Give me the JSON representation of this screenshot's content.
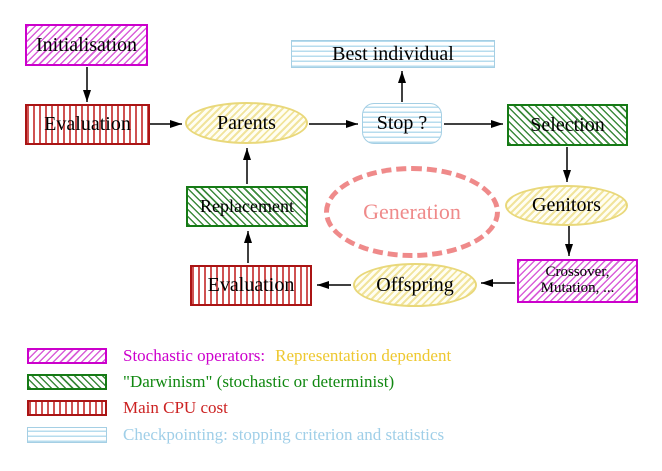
{
  "nodes": {
    "initialisation": {
      "label": "Initialisation"
    },
    "evaluation_top": {
      "label": "Evaluation"
    },
    "parents": {
      "label": "Parents"
    },
    "best_individual": {
      "label": "Best individual"
    },
    "stop": {
      "label": "Stop ?"
    },
    "selection": {
      "label": "Selection"
    },
    "genitors": {
      "label": "Genitors"
    },
    "crossover_mutation": {
      "line1": "Crossover,",
      "line2": "Mutation, ..."
    },
    "offspring": {
      "label": "Offspring"
    },
    "evaluation_bottom": {
      "label": "Evaluation"
    },
    "replacement": {
      "label": "Replacement"
    },
    "generation": {
      "label": "Generation"
    }
  },
  "legend": {
    "items": [
      {
        "name": "stochastic-operators",
        "text": "Stochastic operators:",
        "text2": "Representation dependent"
      },
      {
        "name": "darwinism",
        "text": "\"Darwinism\" (stochastic or determinist)"
      },
      {
        "name": "main-cpu-cost",
        "text": "Main CPU cost"
      },
      {
        "name": "checkpointing",
        "text": "Checkpointing: stopping criterion and statistics"
      }
    ]
  },
  "colors": {
    "stochastic_magenta": "#cc00cc",
    "darwinism_green": "#157a15",
    "cpu_red": "#aa1414",
    "checkpoint_cyan": "#a5cfe4",
    "population_yellow": "#e9d87a",
    "generation_pink": "#ef8a8a",
    "representation_gold": "#eec830",
    "arrow_black": "#000000"
  }
}
